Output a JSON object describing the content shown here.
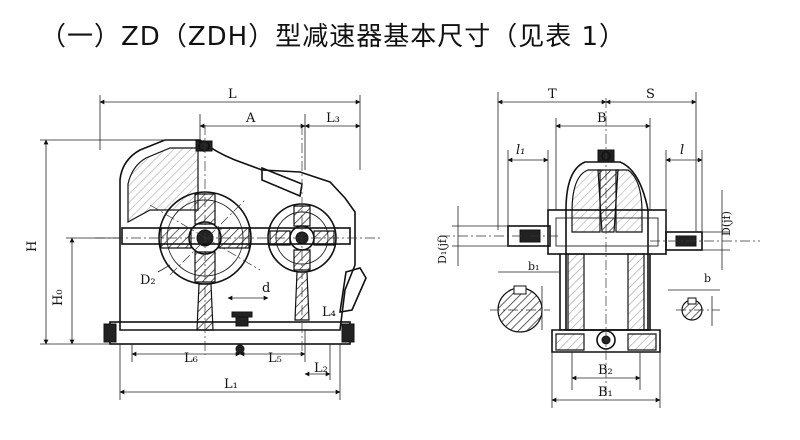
{
  "title": "（一）ZD（ZDH）型减速器基本尺寸（见表 1）",
  "front_view_labels": {
    "L": "L",
    "A": "A",
    "L3": "L₃",
    "H": "H",
    "H0": "H₀",
    "D2": "D₂",
    "d": "d",
    "L4": "L₄",
    "L6": "L₆",
    "L5": "L₅",
    "L2": "L₂",
    "L1": "L₁"
  },
  "side_view_labels": {
    "T": "T",
    "S": "S",
    "B": "B",
    "l1": "l₁",
    "l": "l",
    "D1": "D₁(jf)",
    "D": "D(jf)",
    "b1": "b₁",
    "b": "b",
    "B2": "B₂",
    "B1": "B₁"
  }
}
